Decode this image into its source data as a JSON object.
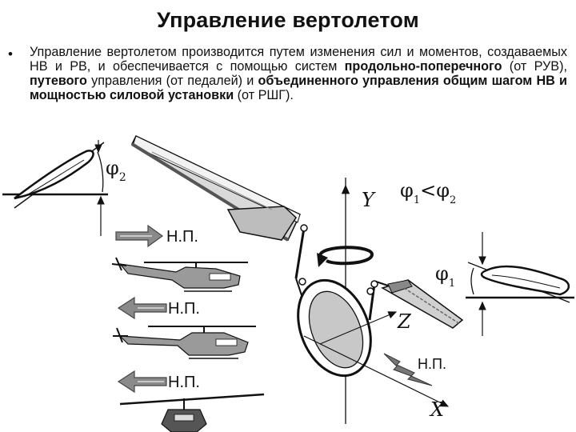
{
  "slide": {
    "title": "Управление вертолетом",
    "bullet_symbol": "•",
    "paragraph": {
      "part1": "Управление вертолетом производится путем изменения сил и моментов, создаваемых НВ и РВ, и обеспечивается с помощью систем ",
      "bold1": "продольно-поперечного",
      "part2": " (от РУВ), ",
      "bold2": "путевого",
      "part3": " управления (от педалей) и ",
      "bold3": "объединенного управления общим шагом НВ и мощностью силовой установки",
      "part4": " (от РШГ)."
    }
  },
  "figure": {
    "phi2_symbol": "φ",
    "phi2_sub": "2",
    "phi1_symbol": "φ",
    "phi1_sub": "1",
    "relation_phi1": "φ",
    "relation_sub1": "1",
    "relation_op": "<",
    "relation_phi2": "φ",
    "relation_sub2": "2",
    "np_label_1": "Н.П.",
    "np_label_2": "Н.П.",
    "np_label_3": "Н.П.",
    "np_label_4": "Н.П.",
    "axis_y": "Y",
    "axis_z": "Z",
    "axis_x": "X"
  },
  "colors": {
    "text": "#111111",
    "arrow_fill": "#8a8a8a",
    "disk_fill": "#c8c8c8",
    "blade_fill": "#bdbdbd"
  }
}
